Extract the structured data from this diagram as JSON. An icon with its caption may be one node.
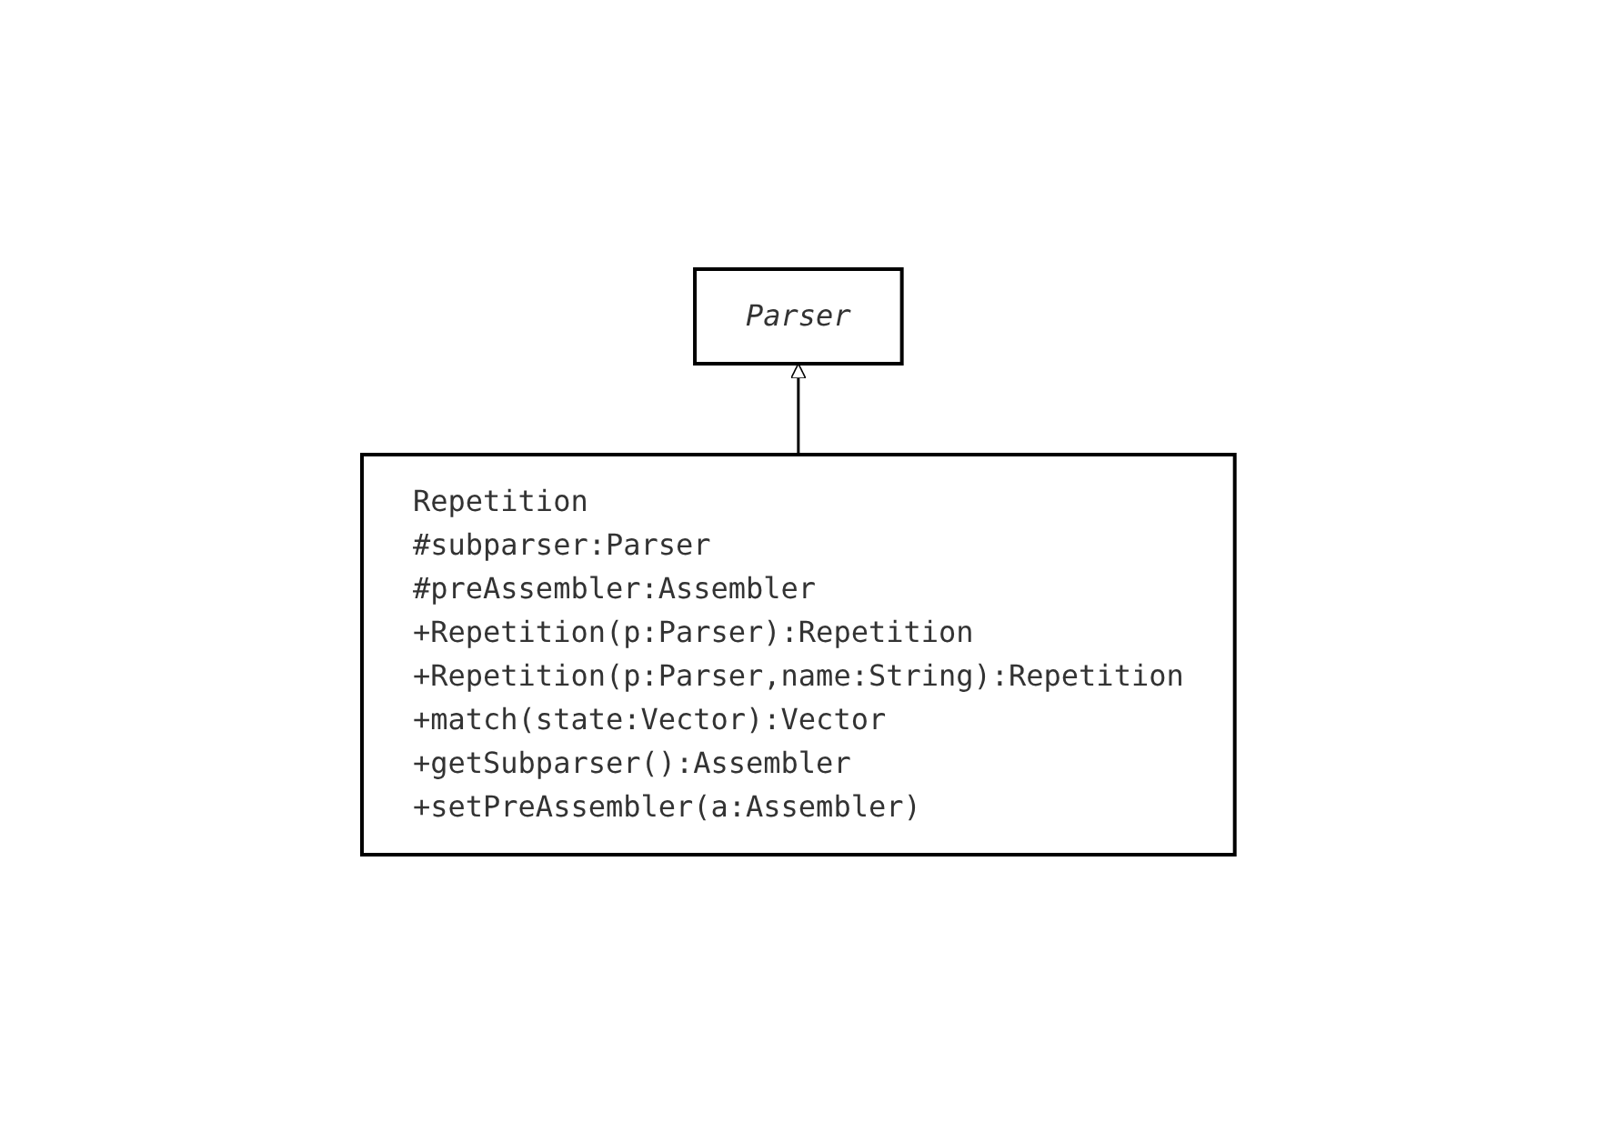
{
  "diagram": {
    "nodes": [
      {
        "text": [
          "Parser"
        ]
      },
      {
        "text": [
          "Repetition",
          "#subparser:Parser",
          "#preAssembler:Assembler",
          "+Repetition(p:Parser):Repetition",
          "+Repetition(p:Parser,name:String):Repetition",
          "+match(state:Vector):Vector",
          "+getSubparser():Assembler",
          "+setPreAssembler(a:Assembler)"
        ]
      }
    ],
    "edges": [
      {
        "from": 1,
        "to": 0,
        "arrow": "to"
      }
    ]
  }
}
